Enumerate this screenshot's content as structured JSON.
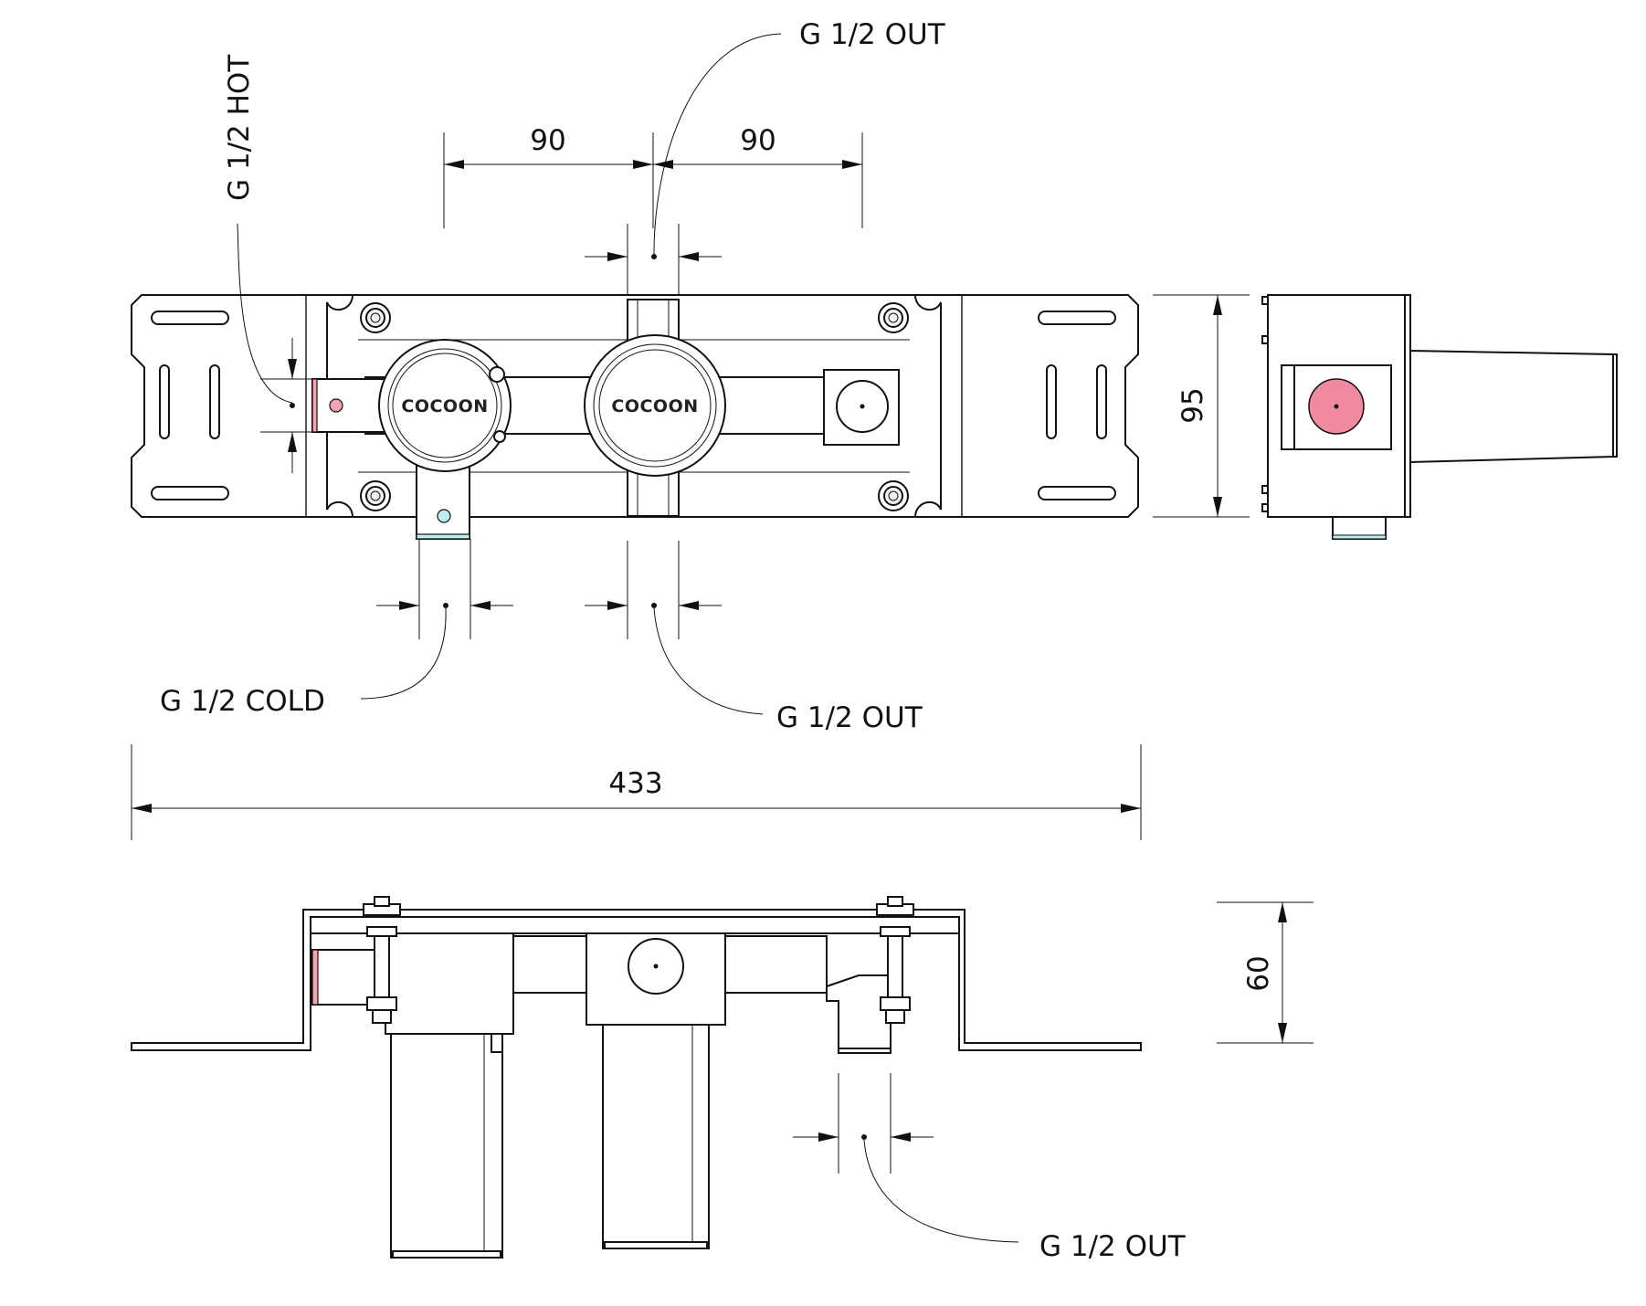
{
  "labels": {
    "out_top": "G 1/2 OUT",
    "hot": "G 1/2 HOT",
    "cold": "G 1/2 COLD",
    "out_middle": "G 1/2 OUT",
    "out_bottom": "G 1/2 OUT"
  },
  "dimensions": {
    "left_spacing": "90",
    "right_spacing": "90",
    "height": "95",
    "total_length": "433",
    "depth": "60"
  },
  "logos": {
    "left_cartridge": "COCOON",
    "right_cartridge": "COCOON"
  },
  "colors": {
    "hot": "#f4a3b3",
    "cold": "#bfeef0",
    "hot_side": "#f08aa0",
    "line": "#111111"
  }
}
